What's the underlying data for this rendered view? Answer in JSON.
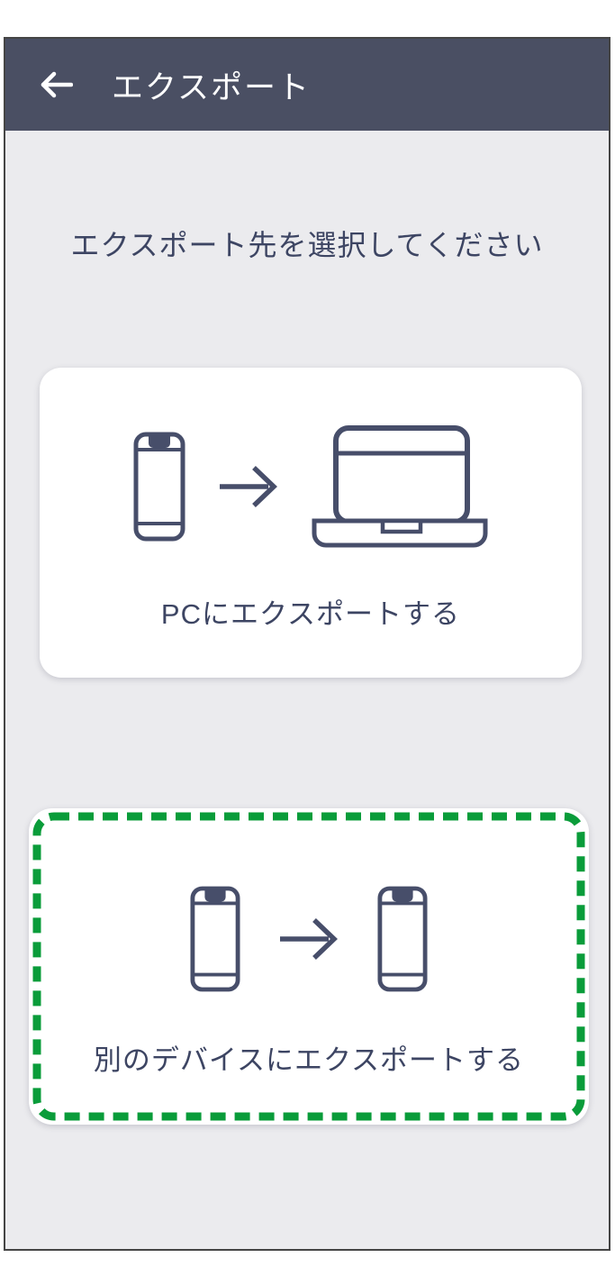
{
  "window": {
    "outer_background": "#ffffff",
    "frame_border_color": "#454545"
  },
  "header": {
    "title": "エクスポート",
    "back_icon": "arrow-left-icon",
    "background_color": "#4a4f63",
    "text_color": "#ffffff"
  },
  "main": {
    "background_color": "#ebebee",
    "instruction": "エクスポート先を選択してください",
    "text_color": "#3d4563",
    "icon_stroke_color": "#474e6a",
    "cards": [
      {
        "id": "export-to-pc",
        "label": "PCにエクスポートする",
        "icons": [
          "smartphone-icon",
          "arrow-right-icon",
          "laptop-icon"
        ],
        "selected": false
      },
      {
        "id": "export-to-another-device",
        "label": "別のデバイスにエクスポートする",
        "icons": [
          "smartphone-icon",
          "arrow-right-icon",
          "smartphone-icon"
        ],
        "selected": true,
        "highlight_color": "#0a9c3a",
        "highlight_style": "dashed-border"
      }
    ]
  }
}
